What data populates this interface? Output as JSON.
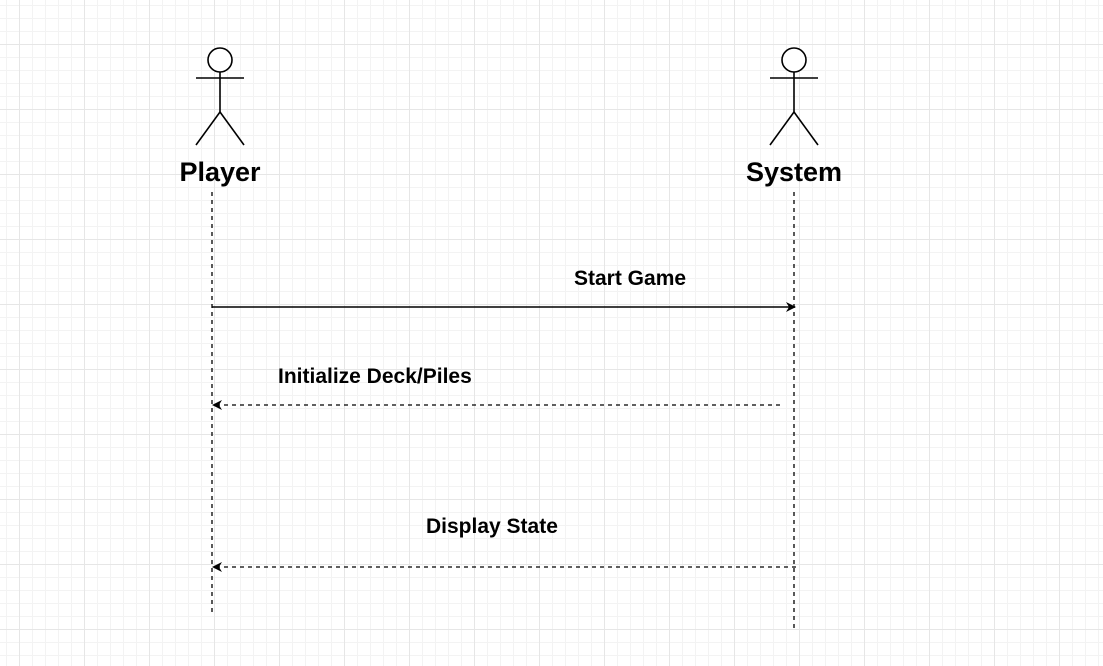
{
  "actors": [
    {
      "name": "Player"
    },
    {
      "name": "System"
    }
  ],
  "messages": [
    {
      "label": "Start Game",
      "from": "Player",
      "to": "System",
      "style": "solid"
    },
    {
      "label": "Initialize Deck/Piles",
      "from": "System",
      "to": "Player",
      "style": "dashed"
    },
    {
      "label": "Display State",
      "from": "System",
      "to": "Player",
      "style": "dashed"
    }
  ],
  "colors": {
    "line": "#000000",
    "grid": "#e6e6e6",
    "background": "#ffffff"
  }
}
